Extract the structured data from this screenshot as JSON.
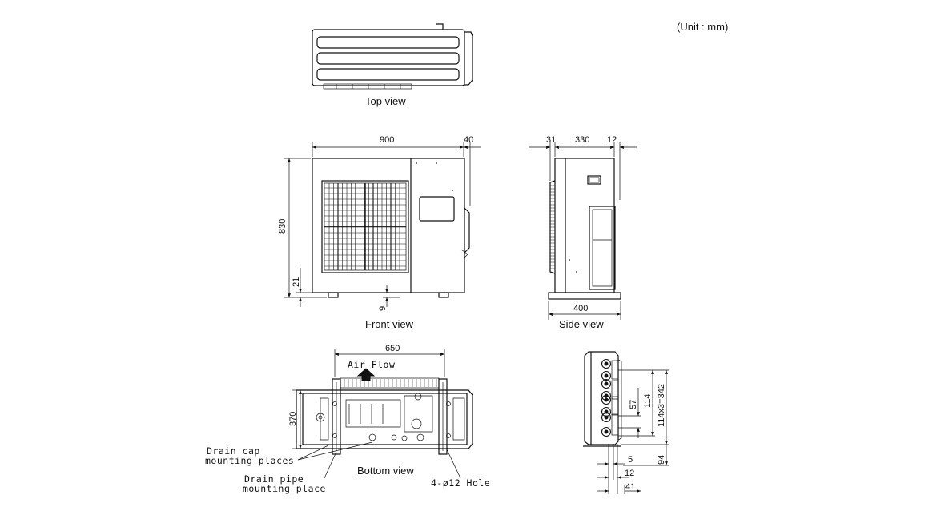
{
  "unit_note": "(Unit : mm)",
  "views": {
    "top": "Top view",
    "front": "Front view",
    "side": "Side view",
    "bottom": "Bottom view"
  },
  "dimensions": {
    "front_width": "900",
    "front_extra": "40",
    "front_height": "830",
    "front_foot": "21",
    "front_gap": "9",
    "side_left": "31",
    "side_depth": "330",
    "side_right": "12",
    "side_base": "400",
    "bottom_span": "650",
    "bottom_depth": "370",
    "rear_a": "57",
    "rear_b": "114",
    "rear_c": "114x3=342",
    "rear_d": "94",
    "rear_e": "5",
    "rear_f": "12",
    "rear_g": "41"
  },
  "annotations": {
    "air_flow": "Air Flow",
    "drain_cap": [
      "Drain cap",
      "mounting places"
    ],
    "drain_pipe": [
      "Drain pipe",
      "mounting place"
    ],
    "hole": "4-ø12 Hole"
  }
}
